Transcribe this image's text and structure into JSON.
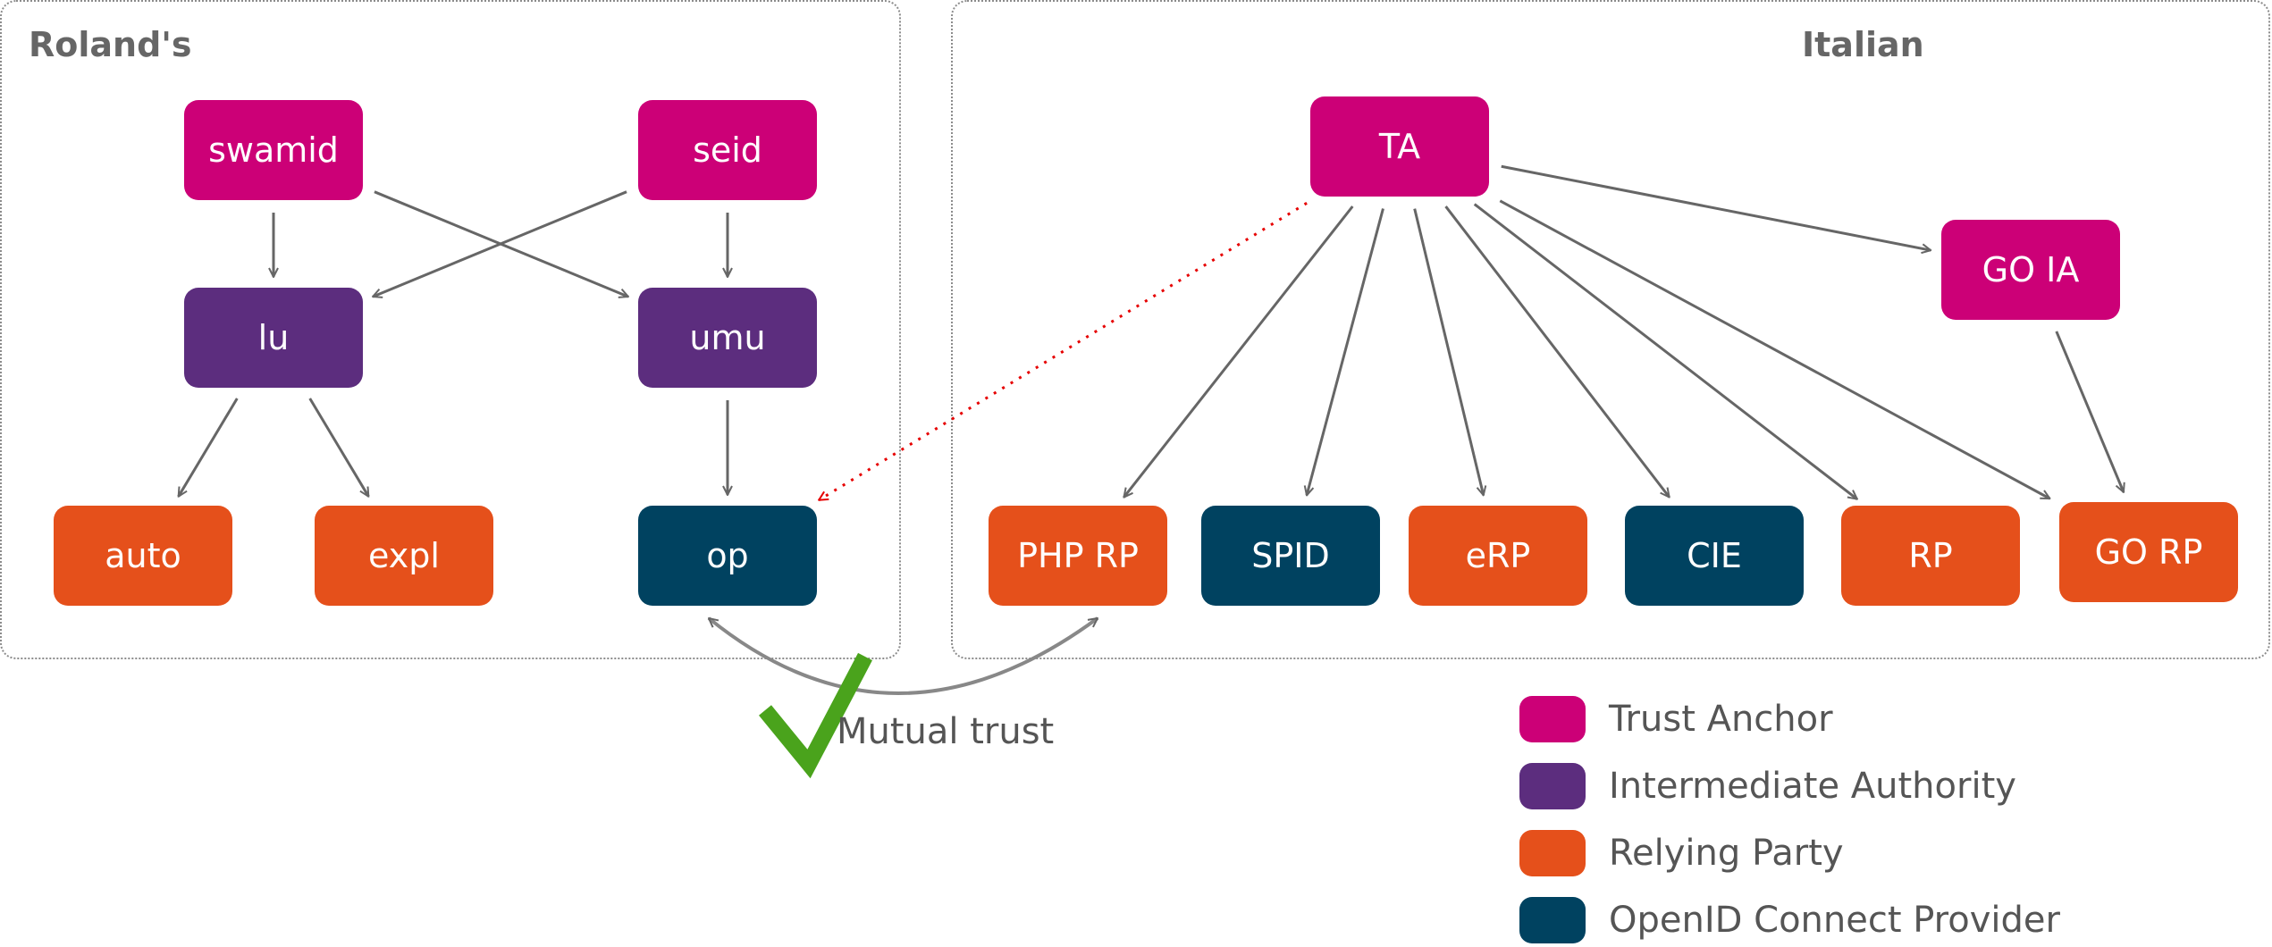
{
  "groups": {
    "rolands": {
      "title": "Roland's"
    },
    "italian": {
      "title": "Italian"
    }
  },
  "colors": {
    "trust_anchor": "#cc0077",
    "intermediate_authority": "#5c2d7e",
    "relying_party": "#e5501b",
    "openid_provider": "#004260",
    "edge": "#666666",
    "dotted_edge": "#e60000",
    "check": "#4aa31c"
  },
  "nodes": {
    "swamid": {
      "label": "swamid",
      "role": "trust_anchor"
    },
    "seid": {
      "label": "seid",
      "role": "trust_anchor"
    },
    "lu": {
      "label": "lu",
      "role": "intermediate_authority"
    },
    "umu": {
      "label": "umu",
      "role": "intermediate_authority"
    },
    "auto": {
      "label": "auto",
      "role": "relying_party"
    },
    "expl": {
      "label": "expl",
      "role": "relying_party"
    },
    "op": {
      "label": "op",
      "role": "openid_provider"
    },
    "ta": {
      "label": "TA",
      "role": "trust_anchor"
    },
    "go_ia": {
      "label": "GO IA",
      "role": "trust_anchor"
    },
    "php_rp": {
      "label": "PHP RP",
      "role": "relying_party"
    },
    "spid": {
      "label": "SPID",
      "role": "openid_provider"
    },
    "erp": {
      "label": "eRP",
      "role": "relying_party"
    },
    "cie": {
      "label": "CIE",
      "role": "openid_provider"
    },
    "rp": {
      "label": "RP",
      "role": "relying_party"
    },
    "go_rp": {
      "label": "GO RP",
      "role": "relying_party"
    }
  },
  "edges": [
    {
      "from": "swamid",
      "to": "lu"
    },
    {
      "from": "swamid",
      "to": "umu"
    },
    {
      "from": "seid",
      "to": "lu"
    },
    {
      "from": "seid",
      "to": "umu"
    },
    {
      "from": "lu",
      "to": "auto"
    },
    {
      "from": "lu",
      "to": "expl"
    },
    {
      "from": "umu",
      "to": "op"
    },
    {
      "from": "ta",
      "to": "php_rp"
    },
    {
      "from": "ta",
      "to": "spid"
    },
    {
      "from": "ta",
      "to": "erp"
    },
    {
      "from": "ta",
      "to": "cie"
    },
    {
      "from": "ta",
      "to": "rp"
    },
    {
      "from": "ta",
      "to": "go_rp"
    },
    {
      "from": "ta",
      "to": "go_ia"
    },
    {
      "from": "go_ia",
      "to": "go_rp"
    },
    {
      "from": "ta",
      "to": "op",
      "style": "dotted"
    }
  ],
  "mutual_trust": {
    "between": [
      "op",
      "php_rp"
    ],
    "label": "Mutual trust"
  },
  "legend": [
    {
      "label": "Trust Anchor",
      "color": "#cc0077"
    },
    {
      "label": "Intermediate Authority",
      "color": "#5c2d7e"
    },
    {
      "label": "Relying Party",
      "color": "#e5501b"
    },
    {
      "label": "OpenID Connect Provider",
      "color": "#004260"
    }
  ]
}
